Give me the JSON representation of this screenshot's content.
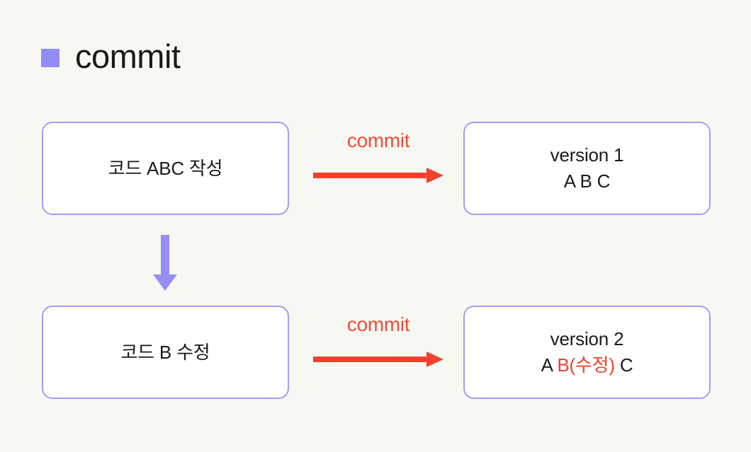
{
  "page": {
    "background_color": "#f8f8f2",
    "text_color": "#1a1a18"
  },
  "header": {
    "bullet_icon": "filled-square-icon",
    "bullet_color": "#948cf5",
    "title": "commit"
  },
  "colors": {
    "accent_purple": "#948cf5",
    "box_border_purple": "#a49cf7",
    "accent_red": "#f0402e",
    "label_red": "#f04c3b",
    "box_fill": "#ffffff"
  },
  "diagram": {
    "type": "flow",
    "boxes": [
      {
        "id": "code-abc",
        "lines": [
          {
            "text": "코드 ABC 작성",
            "color": "#1a1a18"
          }
        ]
      },
      {
        "id": "version-1",
        "lines": [
          {
            "text": "version 1",
            "color": "#1a1a18"
          },
          {
            "text": "A B C",
            "color": "#1a1a18"
          }
        ]
      },
      {
        "id": "code-b",
        "lines": [
          {
            "text": "코드 B 수정",
            "color": "#1a1a18"
          }
        ]
      },
      {
        "id": "version-2",
        "lines": [
          {
            "text": "version 2",
            "color": "#1a1a18"
          },
          {
            "segments": [
              {
                "text": "A ",
                "color": "#1a1a18"
              },
              {
                "text": "B(수정)",
                "color": "#f0402e"
              },
              {
                "text": " C",
                "color": "#1a1a18"
              }
            ]
          }
        ]
      }
    ],
    "arrows": [
      {
        "id": "commit-arrow-1",
        "label": "commit",
        "direction": "right",
        "color": "#f0402e",
        "from": "code-abc",
        "to": "version-1"
      },
      {
        "id": "commit-arrow-2",
        "label": "commit",
        "direction": "right",
        "color": "#f0402e",
        "from": "code-b",
        "to": "version-2"
      },
      {
        "id": "edit-arrow",
        "label": "",
        "direction": "down",
        "color": "#948cf5",
        "from": "code-abc",
        "to": "code-b"
      }
    ]
  },
  "labels": {
    "box_code_abc_line1": "코드 ABC 작성",
    "box_version1_line1": "version 1",
    "box_version1_line2": "A B C",
    "box_code_b_line1": "코드 B 수정",
    "box_version2_line1": "version 2",
    "box_version2_seg_a": "A ",
    "box_version2_seg_b": "B(수정)",
    "box_version2_seg_c": " C",
    "commit_label_1": "commit",
    "commit_label_2": "commit"
  }
}
